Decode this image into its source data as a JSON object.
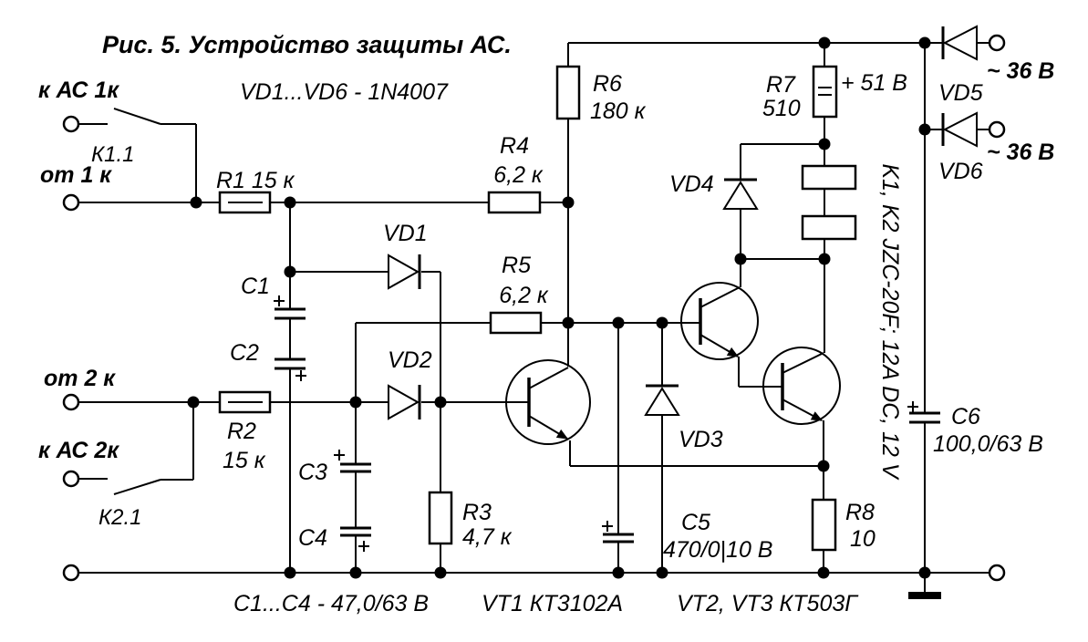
{
  "figure": {
    "title": "Рис. 5. Устройство защиты АС.",
    "diode_note": "VD1...VD6 - 1N4007",
    "note_caps": "C1...C4 - 47,0/63 В",
    "note_vt1": "VT1 КТ3102А",
    "note_vt23": "VT2, VT3 КТ503Г",
    "note_relay": "K1, K2 JZC-20F; 12A DC, 12 V"
  },
  "io": {
    "to_speaker1": "к АС 1к",
    "from_amp1": "от 1 к",
    "from_amp2": "от 2 к",
    "to_speaker2": "к АС 2к",
    "ac_top": "~ 36 В",
    "ac_bottom": "~ 36 В",
    "supply": "+ 51 В"
  },
  "switches": {
    "k11": "К1.1",
    "k21": "К2.1"
  },
  "resistors": {
    "r1": {
      "ref": "R1 15 к"
    },
    "r2": {
      "ref": "R2",
      "value": "15 к"
    },
    "r3": {
      "ref": "R3",
      "value": "4,7 к"
    },
    "r4": {
      "ref": "R4",
      "value": "6,2 к"
    },
    "r5": {
      "ref": "R5",
      "value": "6,2 к"
    },
    "r6": {
      "ref": "R6",
      "value": "180 к"
    },
    "r7": {
      "ref": "R7",
      "value": "510"
    },
    "r8": {
      "ref": "R8",
      "value": "10"
    }
  },
  "capacitors": {
    "c1": {
      "ref": "C1"
    },
    "c2": {
      "ref": "C2"
    },
    "c3": {
      "ref": "C3"
    },
    "c4": {
      "ref": "C4"
    },
    "c5": {
      "ref": "C5",
      "value": "470/0|10 В"
    },
    "c6": {
      "ref": "C6",
      "value": "100,0/63 В"
    }
  },
  "diodes": {
    "vd1": "VD1",
    "vd2": "VD2",
    "vd3": "VD3",
    "vd4": "VD4",
    "vd5": "VD5",
    "vd6": "VD6"
  }
}
